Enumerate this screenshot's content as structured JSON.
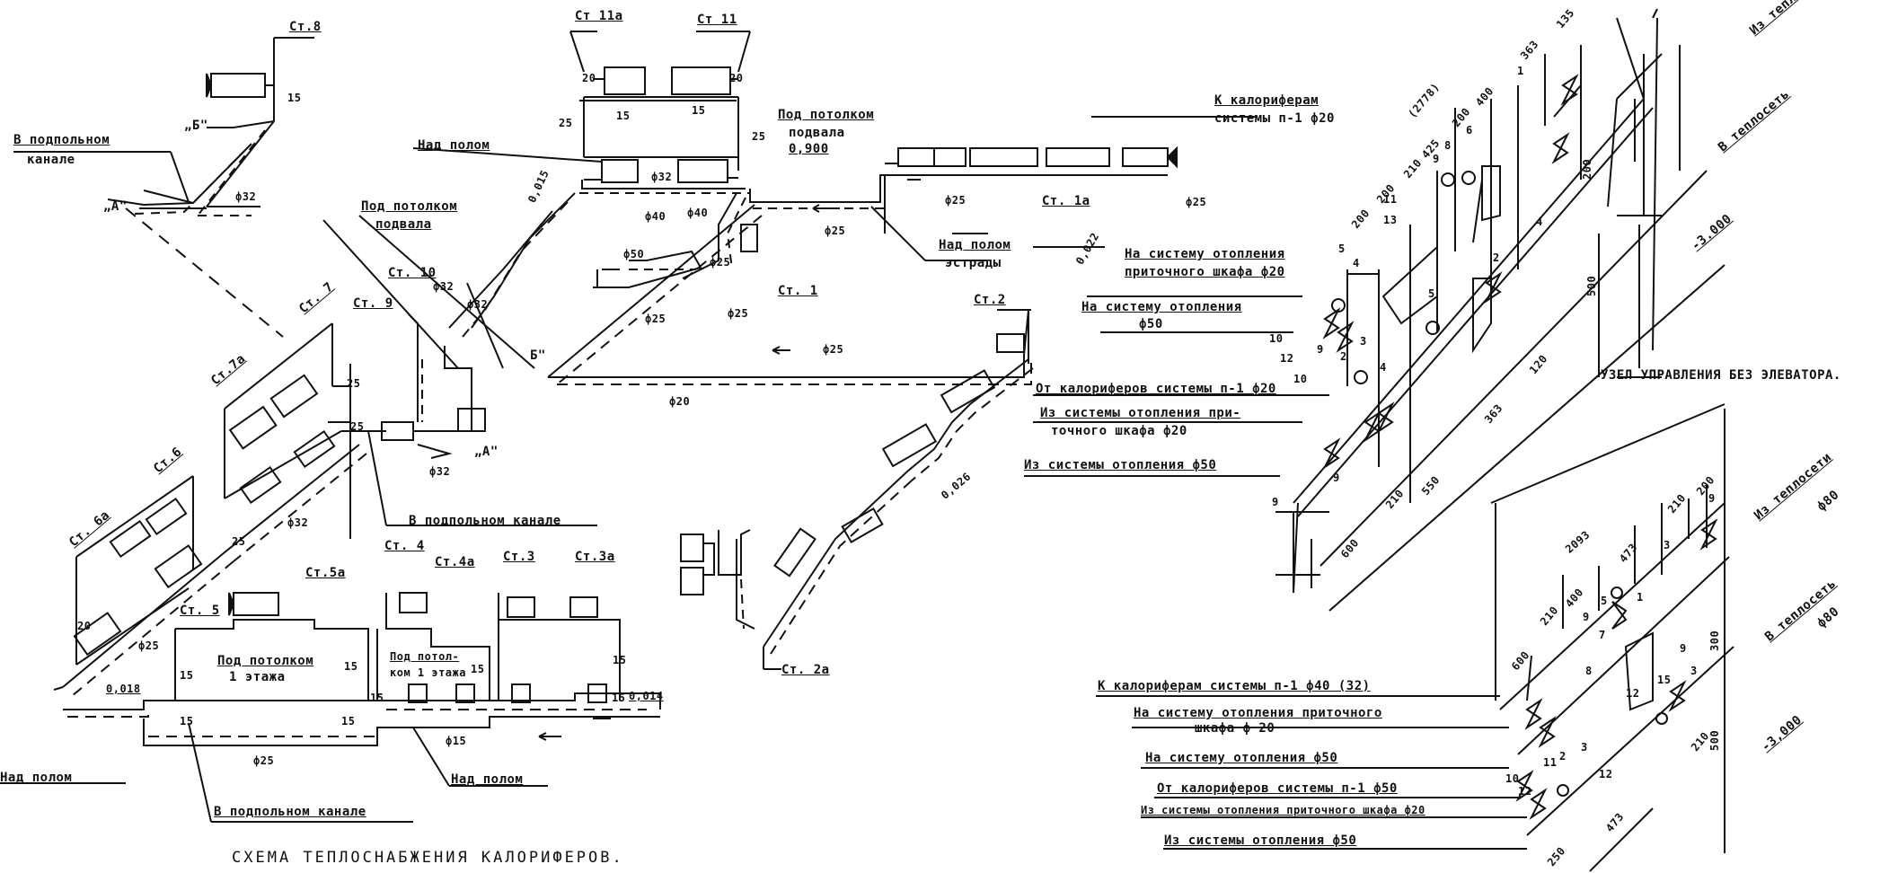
{
  "title": "СХЕМА ТЕПЛОСНАБЖЕНИЯ КАЛОРИФЕРОВ.",
  "node_title": "УЗЕЛ УПРАВЛЕНИЯ БЕЗ ЭЛЕВАТОРА.",
  "risers": {
    "st8": "Ст.8",
    "st11a": "Ст 11а",
    "st11": "Ст 11",
    "st10": "Ст. 10",
    "st9": "Ст. 9",
    "st7": "Ст. 7",
    "st7a": "Ст.7а",
    "st6": "Ст.6",
    "st6a": "Ст. 6а",
    "st5": "Ст. 5",
    "st5a": "Ст.5а",
    "st4": "Ст. 4",
    "st4a": "Ст.4а",
    "st3": "Ст.3",
    "st3a": "Ст.3а",
    "st1": "Ст. 1",
    "st1a": "Ст. 1а",
    "st2": "Ст.2",
    "st2a": "Ст. 2а"
  },
  "labels": {
    "v_podpolnom_kanale_1": "В подпольном",
    "kanale": "канале",
    "pod_potolkom_podvala_1": "Под потолком",
    "podvala": "подвала",
    "nad_polom_1": "Над полом",
    "pod_potolkom_podvala_2": "Под потолком",
    "podvala_2": "подвала",
    "level_0900": "0,900",
    "nad_polom_2": "Над полом",
    "estrady": "эстрады",
    "v_podpolnom_kanale_2": "В подпольном канале",
    "pod_potolkom_1_etazha": "Под потолком",
    "etazh_1": "1 этажа",
    "pod_potolkom_short": "Под потол-",
    "kom_1_etazha": "ком 1 этажа",
    "nad_polom_3": "Над полом",
    "nad_polom_4": "Над полом",
    "v_podpolnom_kanale_3": "В подпольном канале",
    "mark_A": "„А\"",
    "mark_B": "„Б\"",
    "mark_B2": "Б\"",
    "mark_A2": "„А\""
  },
  "dimensions": {
    "d15": "15",
    "d20": "20",
    "d25": "25",
    "d32": "ф32",
    "d40": "ф40",
    "d50": "ф50",
    "f25": "ф25",
    "f20": "ф20",
    "f15": "ф15",
    "slope_0018": "0,018",
    "slope_0014": "0,014",
    "slope_0015": "0,015",
    "slope_0022": "0,022",
    "slope_0026": "0,026"
  },
  "node_top": {
    "k_kaloriferam": "К калориферам",
    "sistemy_p1": "системы п-1  ф20",
    "na_sistemu_otopl_pritoch": "На систему отопления",
    "pritochnogo_shkafa": "приточного шкафа ф20",
    "na_sistemu_otopl": "На систему отопления",
    "f50": "ф50",
    "ot_kaloriferov": "От калориферов системы п-1 ф20",
    "iz_sistemy_otopl_pri": "Из системы отопления при-",
    "tochnogo_shkafa": "точного шкафа   ф20",
    "iz_sistemy_otopl": "Из системы отопления  ф50",
    "v_teploset": "В теплосеть",
    "iz_teploseti": "Из теплосети",
    "level_minus_3000": "-3.000",
    "dims": [
      "(2778)",
      "135",
      "363",
      "400",
      "200",
      "425",
      "210",
      "200",
      "200",
      "200",
      "500",
      "550",
      "210",
      "600",
      "363",
      "120"
    ],
    "nums": [
      "12",
      "10",
      "9",
      "11",
      "13",
      "5",
      "4",
      "3",
      "2",
      "8",
      "6",
      "9",
      "1",
      "2",
      "4",
      "5",
      "10",
      "9",
      "9",
      "4"
    ]
  },
  "node_bottom": {
    "k_kaloriferam": "К калориферам системы п-1 ф40 (32)",
    "na_sistemu_otopl_pritoch": "На систему отопления приточного",
    "shkafa": "шкафа    ф 20",
    "na_sistemu_otopl": "На систему отопления  ф50",
    "ot_kaloriferov": "От калориферов системы п-1  ф50",
    "iz_sistemy_otopl_pritoch": "Из системы отопления приточного шкафа ф20",
    "iz_sistemy_otopl": "Из системы отопления   ф50",
    "iz_teploseti": "Из теплосети",
    "f80_1": "ф80",
    "v_teploset": "В теплосеть",
    "f80_2": "ф80",
    "level_minus_3000": "-3,000",
    "dims": [
      "2093",
      "600",
      "210",
      "400",
      "473",
      "210",
      "200",
      "300",
      "500",
      "210",
      "473",
      "250"
    ],
    "nums": [
      "9",
      "5",
      "1",
      "3",
      "9",
      "8",
      "7",
      "12",
      "15",
      "9",
      "3",
      "2",
      "3",
      "12",
      "11",
      "10",
      "12"
    ]
  }
}
